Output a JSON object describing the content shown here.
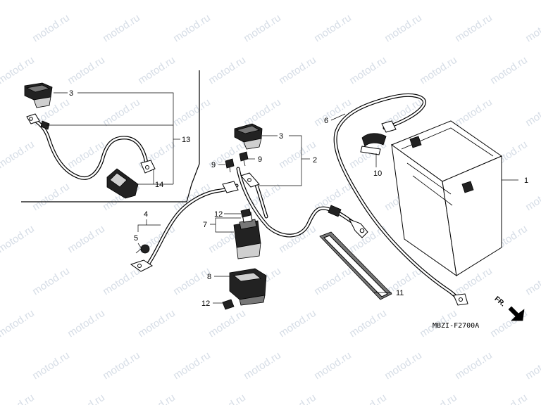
{
  "watermark": {
    "text": "motod.ru"
  },
  "drawing_code": "MBZI-F2700A",
  "direction_label": "FR.",
  "callouts": [
    "1",
    "2",
    "3",
    "3",
    "4",
    "5",
    "6",
    "7",
    "8",
    "9",
    "9",
    "10",
    "11",
    "12",
    "12",
    "13",
    "14"
  ]
}
